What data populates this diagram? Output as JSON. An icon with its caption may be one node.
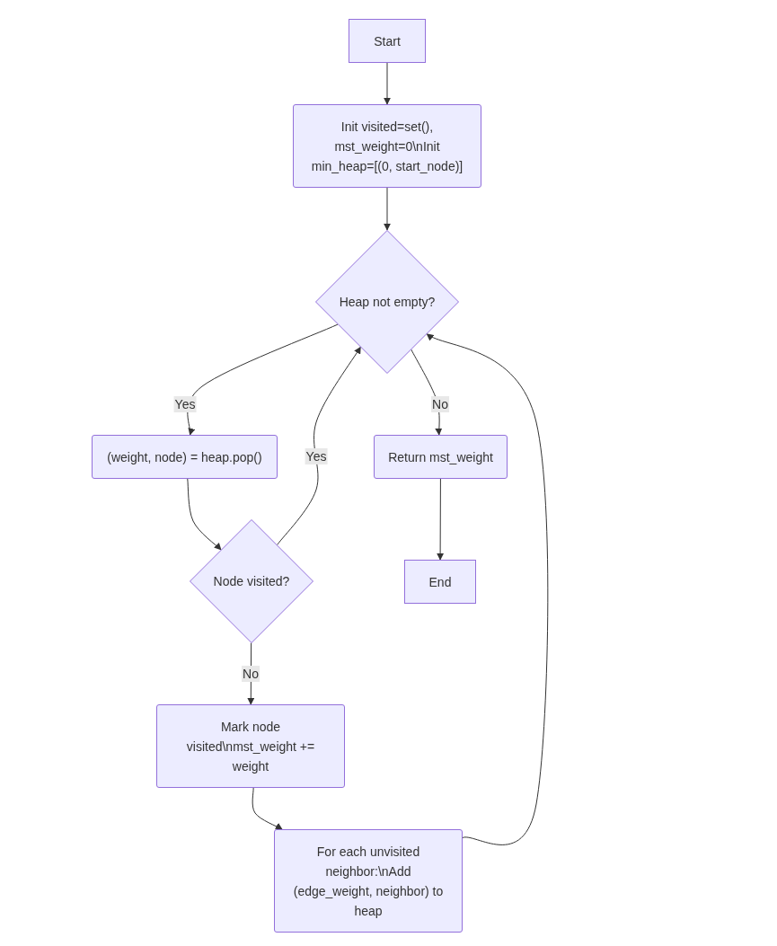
{
  "diagram": {
    "nodes": [
      {
        "text": [
          "Start"
        ]
      },
      {
        "text": [
          "Init visited=set(), mst_weight=0\\nInit min_heap=[(0, start_node)]"
        ]
      },
      {
        "text": [
          "Heap not empty?"
        ]
      },
      {
        "text": [
          "(weight, node) = heap.pop()"
        ]
      },
      {
        "text": [
          "Return mst_weight"
        ]
      },
      {
        "text": [
          "Node visited?"
        ]
      },
      {
        "text": [
          "End"
        ]
      },
      {
        "text": [
          "Mark node visited\\nmst_weight += weight"
        ]
      },
      {
        "text": [
          "For each unvisited neighbor:\\nAdd (edge_weight, neighbor) to heap"
        ]
      }
    ],
    "edges": [
      {
        "from": 0,
        "to": 1,
        "arrow": "to"
      },
      {
        "from": 1,
        "to": 2,
        "arrow": "to"
      },
      {
        "from": 2,
        "to": 3,
        "arrow": "to",
        "label": "Yes"
      },
      {
        "from": 2,
        "to": 4,
        "arrow": "to",
        "label": "No"
      },
      {
        "from": 3,
        "to": 5,
        "arrow": "to"
      },
      {
        "from": 5,
        "to": 2,
        "arrow": "to",
        "label": "Yes"
      },
      {
        "from": 5,
        "to": 7,
        "arrow": "to",
        "label": "No"
      },
      {
        "from": 4,
        "to": 6,
        "arrow": "to"
      },
      {
        "from": 7,
        "to": 8,
        "arrow": "to"
      },
      {
        "from": 8,
        "to": 2,
        "arrow": "to"
      }
    ]
  }
}
